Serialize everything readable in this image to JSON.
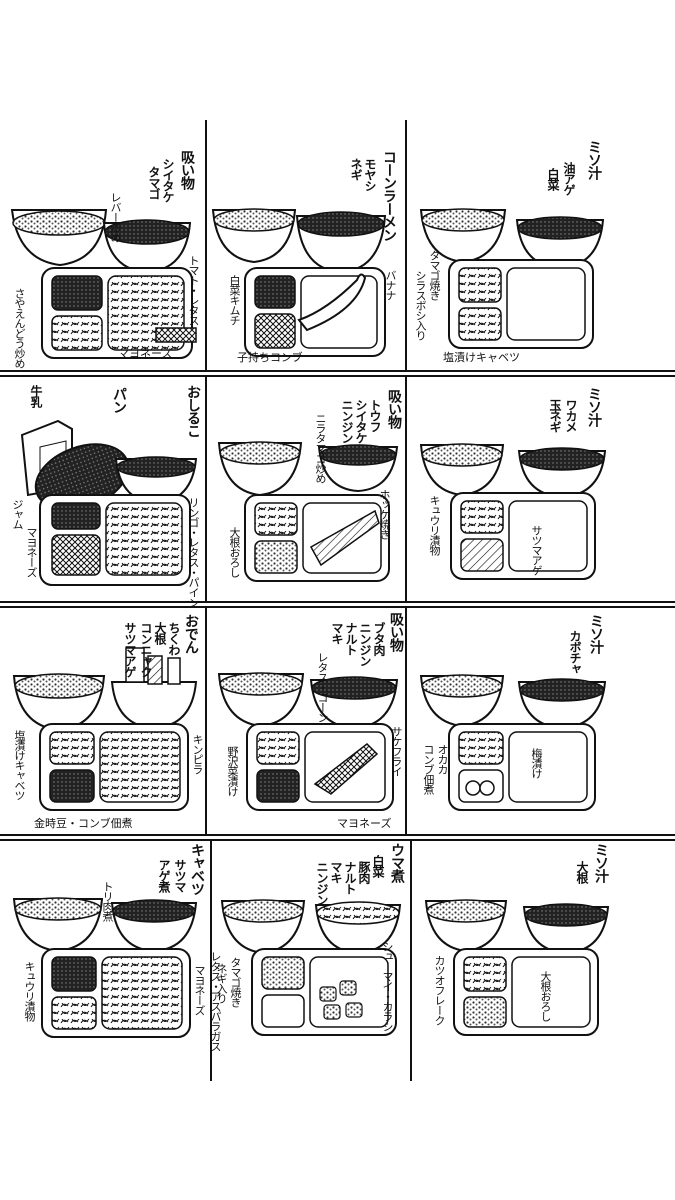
{
  "meals": [
    {
      "soup": "吸い物",
      "soup_items": [
        "シイタケ",
        "タマゴ"
      ],
      "dishes": [
        "レバー炒め",
        "トマト・レタス",
        "さやえんどう炒め",
        "マヨネーズ"
      ]
    },
    {
      "soup": "コーンラーメン",
      "soup_items": [
        "モヤシ",
        "ネギ"
      ],
      "dishes": [
        "バナナ",
        "白菜キムチ",
        "子持ちコンブ"
      ]
    },
    {
      "soup": "ミソ汁",
      "soup_items": [
        "油アゲ",
        "白菜"
      ],
      "dishes": [
        "タマゴ焼き",
        "シラスボシ入り",
        "塩漬けキャベツ"
      ]
    },
    {
      "soup": "牛乳",
      "soup_items": [
        "パン"
      ],
      "dishes": [
        "おしるこ",
        "リンゴ・レタス・パイン",
        "ジャム",
        "マヨネーズ"
      ]
    },
    {
      "soup": "吸い物",
      "soup_items": [
        "トウフ",
        "シイタケ",
        "ニンジン"
      ],
      "dishes": [
        "ニラタマゴ炒め",
        "ホッケ焼き",
        "大根おろし"
      ]
    },
    {
      "soup": "ミソ汁",
      "soup_items": [
        "ワカメ",
        "玉ネギ"
      ],
      "dishes": [
        "キュウリ漬物",
        "サツマアゲ"
      ]
    },
    {
      "soup": "おでん",
      "soup_items": [
        "ちくわ",
        "大根",
        "コンニャク",
        "サツマアゲ"
      ],
      "dishes": [
        "塩漬けキャベツ",
        "キンピラ",
        "金時豆・コンブ佃煮"
      ]
    },
    {
      "soup": "吸い物",
      "soup_items": [
        "ブタ肉",
        "ニンジン",
        "ナルト",
        "マキ"
      ],
      "dishes": [
        "レタス・コーン",
        "野沢菜漬け",
        "サケフライ",
        "マヨネーズ"
      ]
    },
    {
      "soup": "ミソ汁",
      "soup_items": [
        "カボチャ"
      ],
      "dishes": [
        "オカカ",
        "コンブ佃煮",
        "梅漬け"
      ]
    },
    {
      "soup": "キャベツ",
      "soup_items": [
        "サツマ",
        "アゲ煮"
      ],
      "dishes": [
        "トリ肉煮",
        "キュウリ漬物",
        "レタス・アスパラガス",
        "マヨネーズ"
      ]
    },
    {
      "soup": "ウマ煮",
      "soup_items": [
        "白菜",
        "豚肉",
        "ナルト",
        "マキ",
        "ニンジン"
      ],
      "dishes": [
        "シューマイ・カラシ",
        "タマゴ焼き",
        "ネギ入り"
      ]
    },
    {
      "soup": "ミソ汁",
      "soup_items": [
        "大根"
      ],
      "dishes": [
        "大根おろし",
        "カツオフレーク"
      ]
    }
  ]
}
